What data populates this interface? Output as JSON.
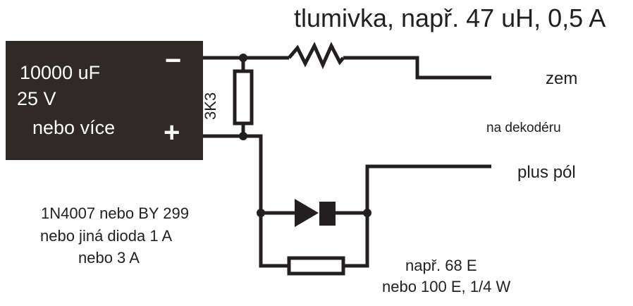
{
  "diagram": {
    "title": "tlumivka, např. 47 uH, 0,5 A",
    "capacitor": {
      "line1": "10000 uF",
      "line2": "25 V",
      "line3": "nebo více",
      "minus_sign": "−",
      "plus_sign": "+",
      "body_color": "#2f2a28"
    },
    "resistor_3k3": {
      "label": "3K3"
    },
    "outputs": {
      "ground": "zem",
      "middle": "na dekodéru",
      "positive": "plus pól"
    },
    "diode": {
      "line1": "1N4007 nebo  BY 299",
      "line2": "nebo jiná dioda 1 A",
      "line3": "nebo 3 A"
    },
    "parallel_resistor": {
      "line1": "např. 68 E",
      "line2": "nebo 100 E, 1/4 W"
    },
    "wire_color": "#231f20"
  }
}
